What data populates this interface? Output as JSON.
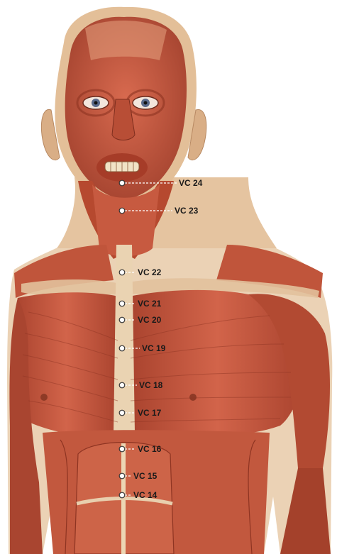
{
  "figure": {
    "subject": "anatomical figure - superficial muscles of head, neck and upper torso, anterior view",
    "colors": {
      "muscle": "#c9573f",
      "muscle_dark": "#9e3a28",
      "muscle_light": "#e07a5c",
      "skin": "#e9c9a6",
      "skin_shadow": "#c9a07c",
      "tendon": "#efd8b8",
      "point_fill": "#ffffff",
      "point_stroke": "#333333",
      "leader": "#ffffff",
      "label": "#1a1a1a"
    }
  },
  "points": [
    {
      "id": "vc24",
      "label": "VC 24"
    },
    {
      "id": "vc23",
      "label": "VC 23"
    },
    {
      "id": "vc22",
      "label": "VC 22"
    },
    {
      "id": "vc21",
      "label": "VC 21"
    },
    {
      "id": "vc20",
      "label": "VC 20"
    },
    {
      "id": "vc19",
      "label": "VC 19"
    },
    {
      "id": "vc18",
      "label": "VC 18"
    },
    {
      "id": "vc17",
      "label": "VC 17"
    },
    {
      "id": "vc16",
      "label": "VC 16"
    },
    {
      "id": "vc15",
      "label": "VC 15"
    },
    {
      "id": "vc14",
      "label": "VC 14"
    }
  ]
}
